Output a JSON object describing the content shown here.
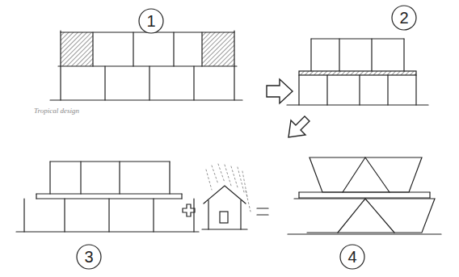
{
  "diagram": {
    "nodes": [
      {
        "text": [
          "1"
        ]
      },
      {
        "text": [
          "2"
        ]
      },
      {
        "text": [
          "3"
        ]
      },
      {
        "text": [
          "4"
        ]
      }
    ],
    "labels": [
      "Tropical design"
    ]
  }
}
